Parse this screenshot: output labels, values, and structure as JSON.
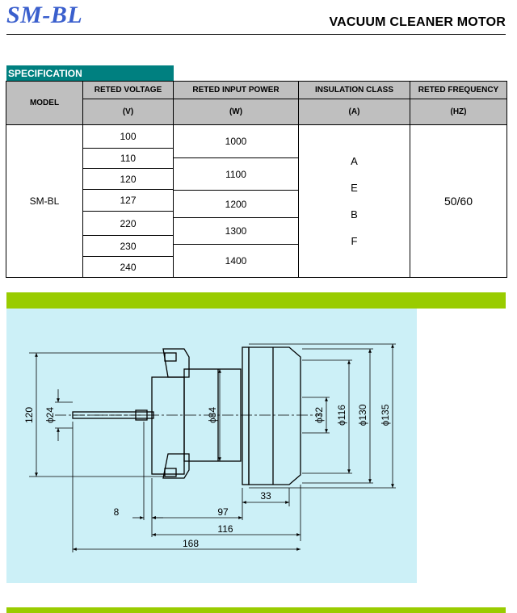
{
  "header": {
    "logo": "SM-BL",
    "title": "VACUUM CLEANER MOTOR"
  },
  "spec": {
    "label": "SPECIFICATION",
    "headers": {
      "model": "MODEL",
      "voltage": "RETED VOLTAGE",
      "voltage_unit": "(V)",
      "power": "RETED INPUT POWER",
      "power_unit": "(W)",
      "insulation": "INSULATION CLASS",
      "insulation_unit": "(A)",
      "frequency": "RETED FREQUENCY",
      "frequency_unit": "(HZ)"
    },
    "model": "SM-BL",
    "voltages": [
      "100",
      "110",
      "120",
      "127",
      "220",
      "230",
      "240"
    ],
    "powers": [
      "1000",
      "1100",
      "1200",
      "1300",
      "1400"
    ],
    "insulation_classes": [
      "A",
      "E",
      "B",
      "F"
    ],
    "frequency": "50/60"
  },
  "drawing": {
    "dimensions": {
      "height_120": "120",
      "dia_24": "ϕ24",
      "dia_84": "ϕ84",
      "dia_32": "ϕ32",
      "dia_116": "ϕ116",
      "dia_130": "ϕ130",
      "dia_135": "ϕ135",
      "len_33": "33",
      "len_8": "8",
      "len_97": "97",
      "len_116": "116",
      "len_168": "168"
    }
  },
  "colors": {
    "logo": "#3a5fcd",
    "spec_label_bg": "#008080",
    "header_bg": "#bfbfbf",
    "band": "#99cc00",
    "drawing_bg": "#ccf0f7"
  }
}
